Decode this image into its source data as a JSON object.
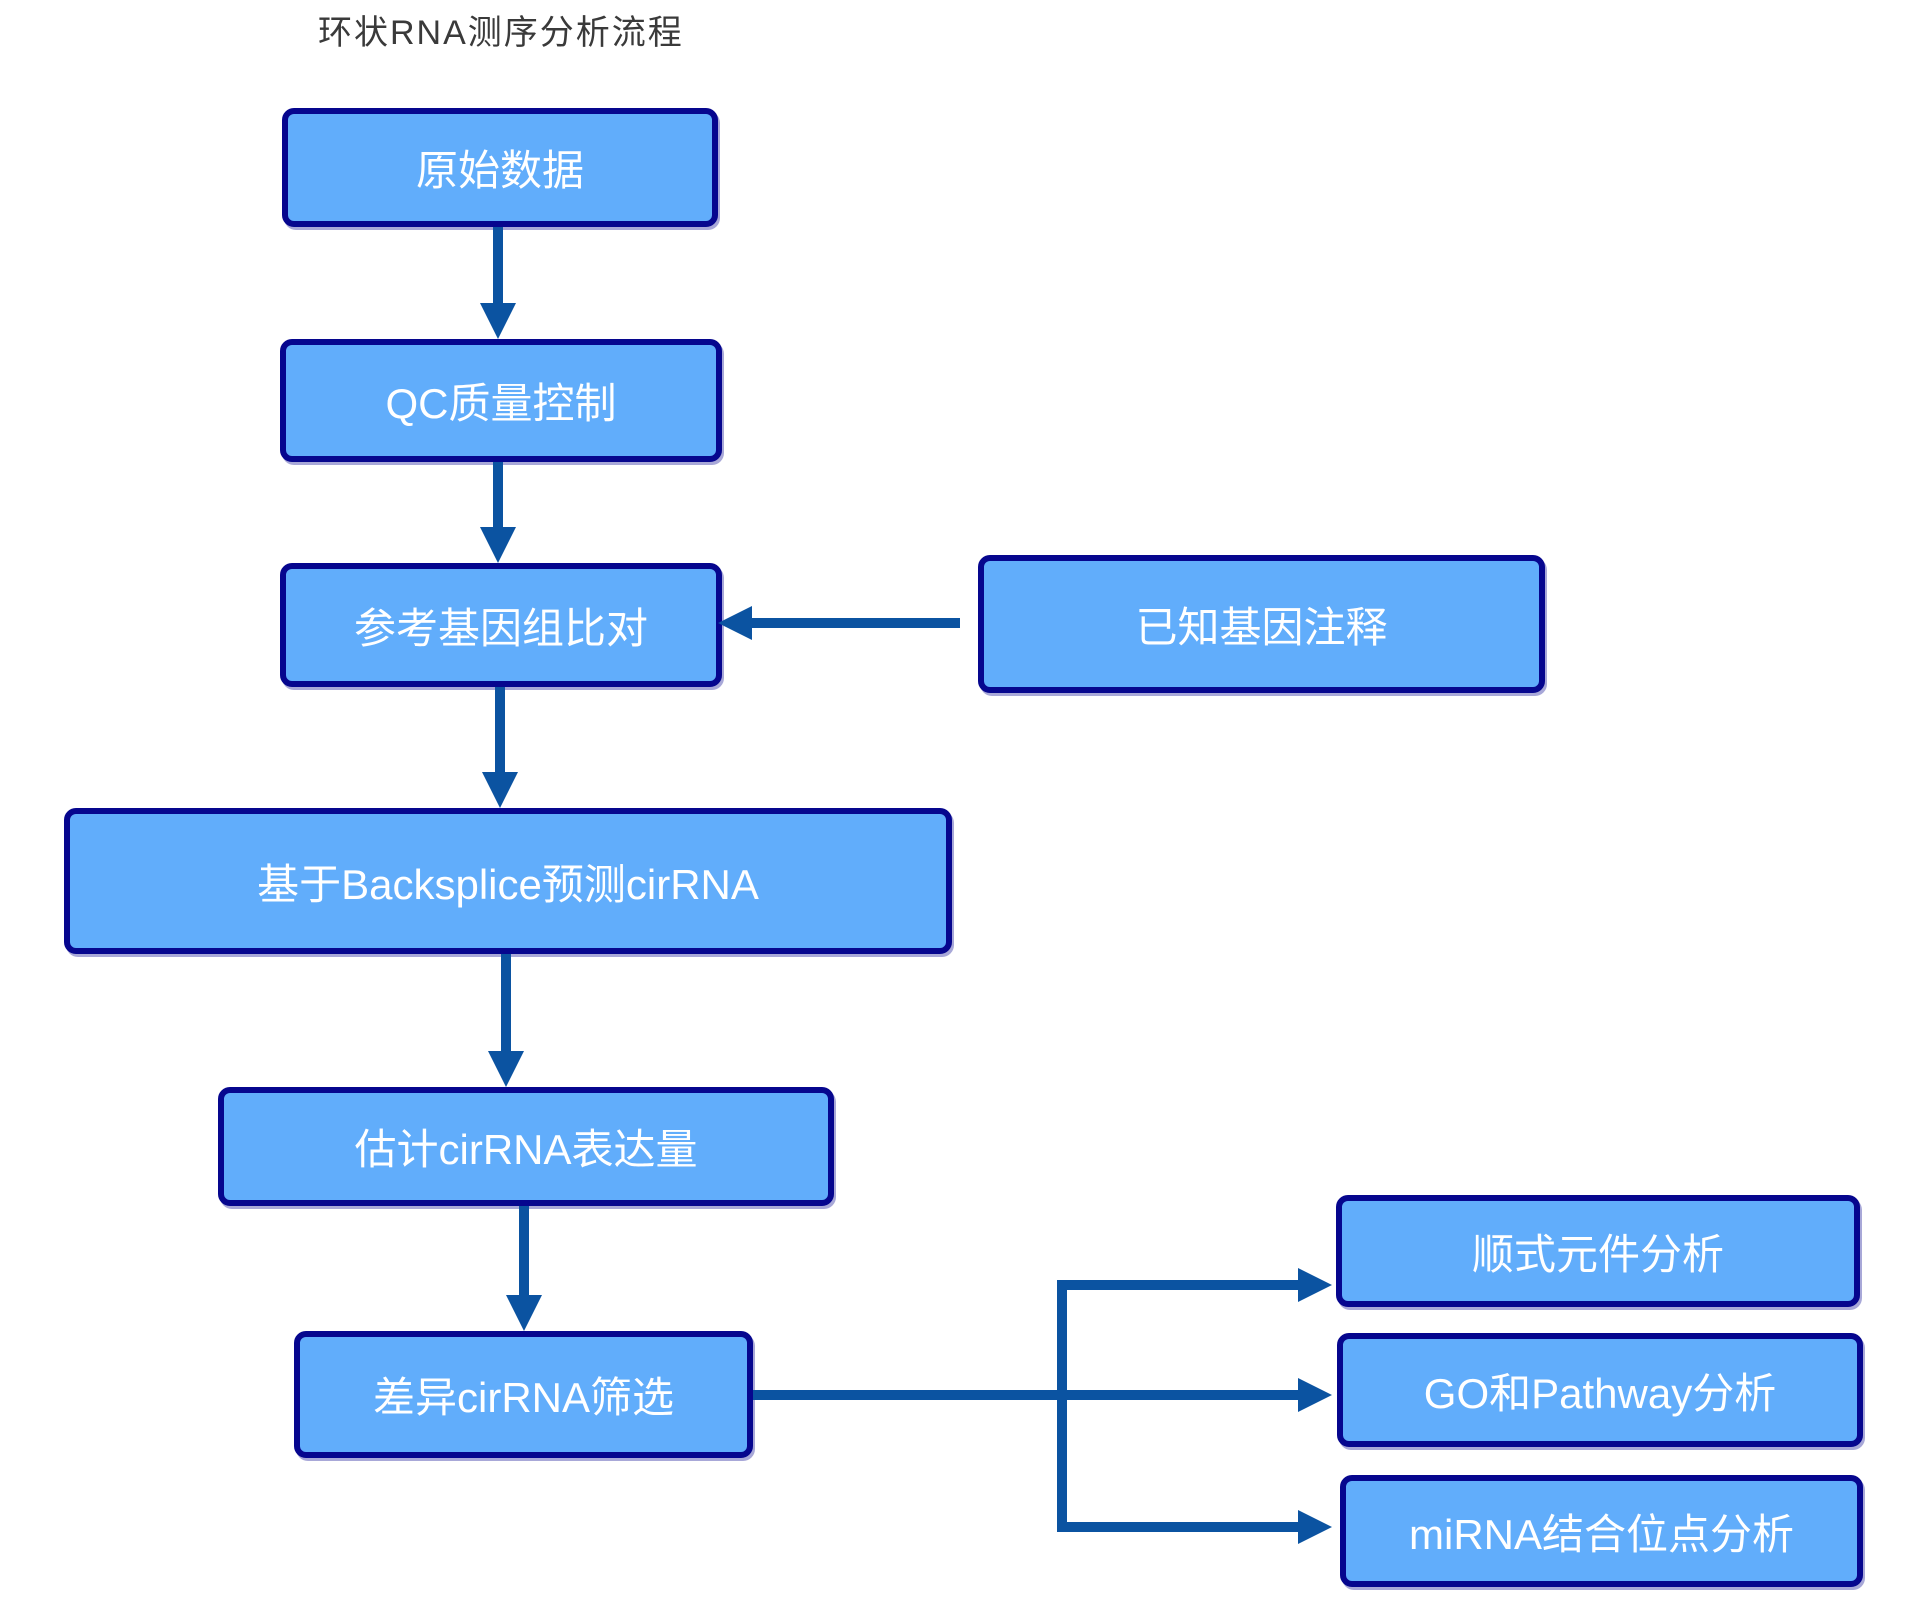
{
  "title": "环状RNA测序分析流程",
  "nodes": {
    "raw_data": {
      "label": "原始数据"
    },
    "qc": {
      "label": "QC质量控制"
    },
    "align": {
      "label": "参考基因组比对"
    },
    "annotation": {
      "label": "已知基因注释"
    },
    "backsplice": {
      "label": "基于Backsplice预测cirRNA"
    },
    "expression": {
      "label": "估计cirRNA表达量"
    },
    "diff": {
      "label": "差异cirRNA筛选"
    },
    "cis": {
      "label": "顺式元件分析"
    },
    "go_pathway": {
      "label": "GO和Pathway分析"
    },
    "mirna": {
      "label": "miRNA结合位点分析"
    }
  },
  "colors": {
    "box_fill": "#61adfb",
    "box_border": "#06068e",
    "box_text": "#ffffff",
    "arrow": "#0b53a1",
    "title_text": "#3a3a3a"
  }
}
